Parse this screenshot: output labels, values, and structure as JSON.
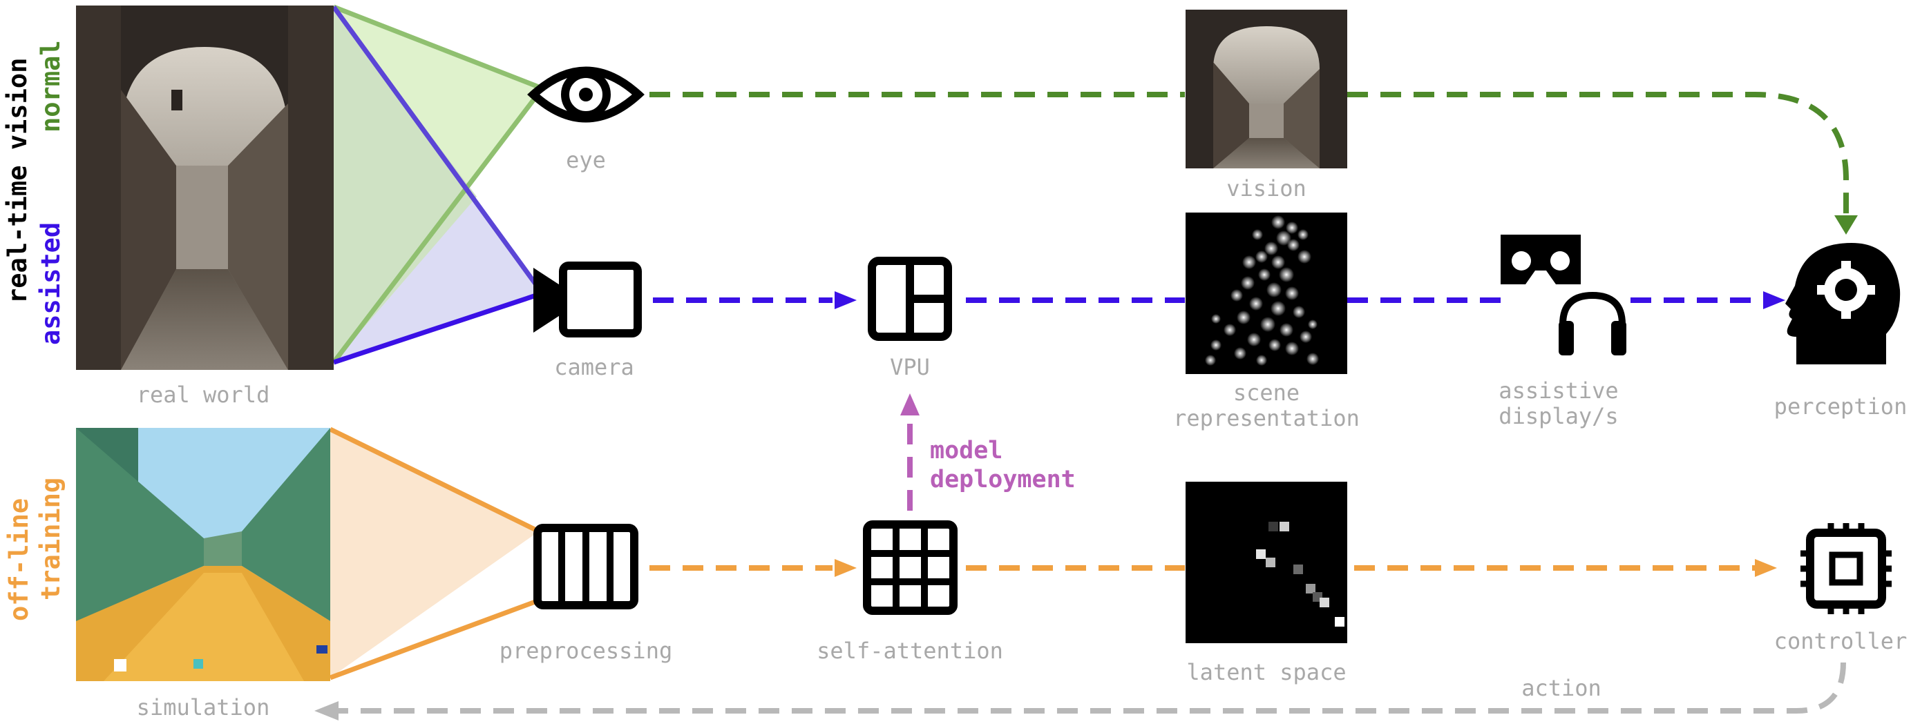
{
  "side_labels": {
    "realtime": "real-time vision",
    "normal": "normal",
    "assisted": "assisted",
    "offline_line1": "off-line",
    "offline_line2": "training"
  },
  "labels": {
    "real_world": "real world",
    "eye": "eye",
    "vision": "vision",
    "camera": "camera",
    "vpu": "VPU",
    "scene_line1": "scene",
    "scene_line2": "representation",
    "assistive_line1": "assistive",
    "assistive_line2": "display/s",
    "perception": "perception",
    "model_line1": "model",
    "model_line2": "deployment",
    "simulation": "simulation",
    "preprocessing": "preprocessing",
    "self_attention": "self-attention",
    "latent_space": "latent space",
    "controller": "controller",
    "action": "action"
  },
  "colors": {
    "normal": "#4e8a2a",
    "assisted": "#3a10e6",
    "offline": "#f0a040",
    "deployment": "#b860b8",
    "feedback": "#b8b8b8",
    "label": "#a8a8a8",
    "icon": "#000000"
  },
  "icons": [
    "eye-icon",
    "camera-icon",
    "vpu-icon",
    "vr-headset-icon",
    "headphones-icon",
    "head-gear-icon",
    "grid-icon",
    "self-attention-icon",
    "chip-icon"
  ]
}
